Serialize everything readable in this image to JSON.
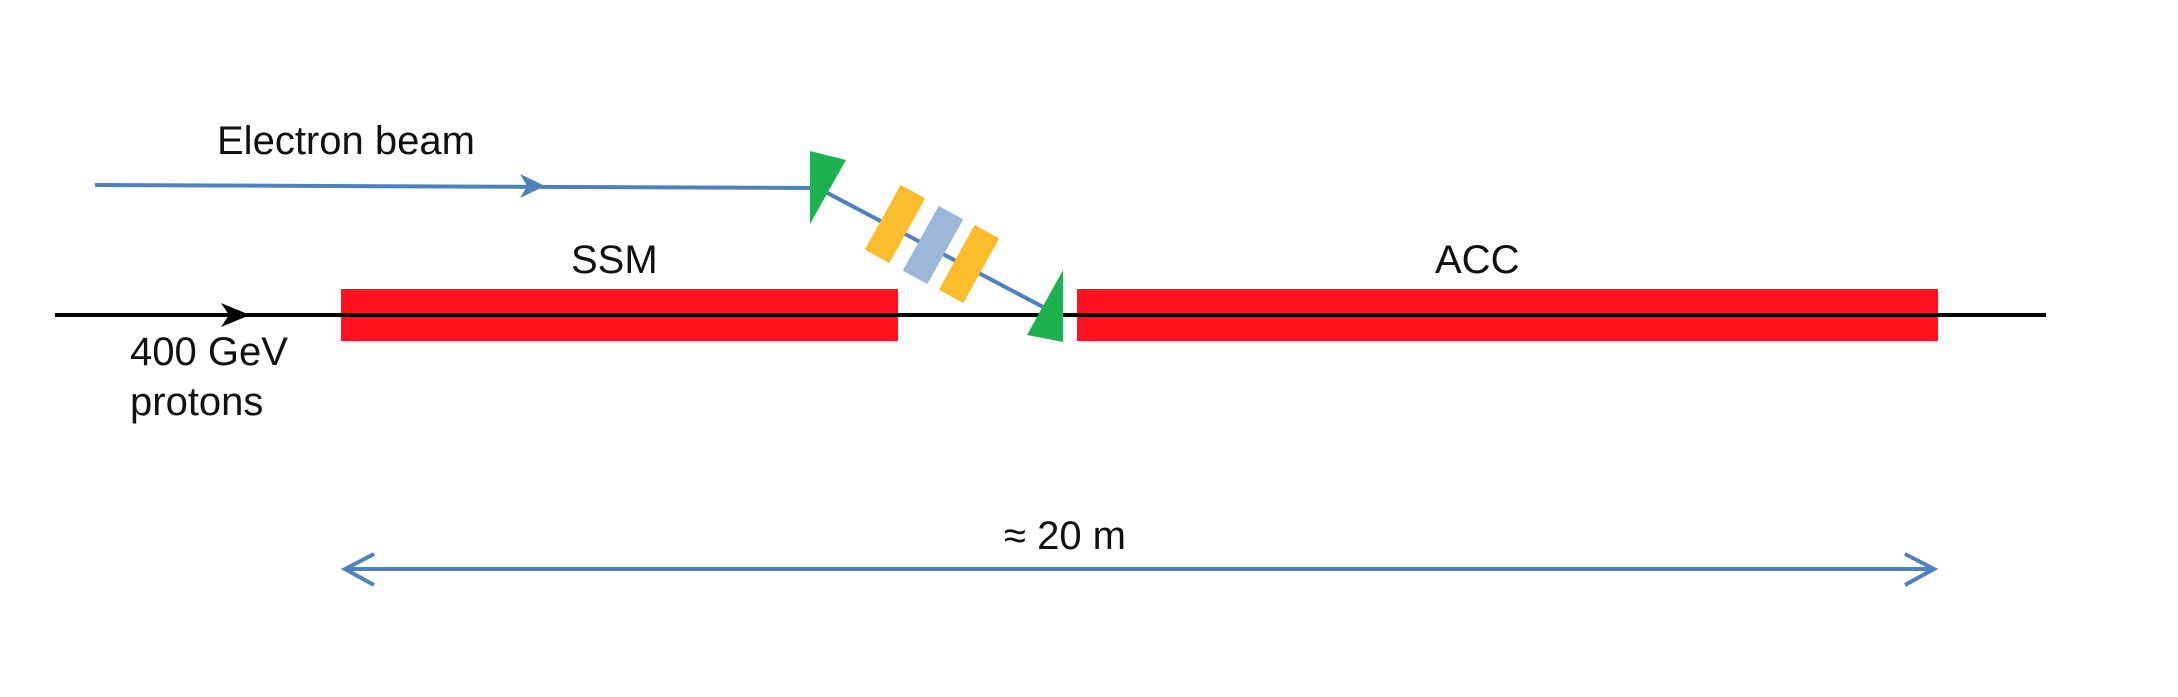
{
  "labels": {
    "electron_beam": "Electron beam",
    "ssm": "SSM",
    "acc": "ACC",
    "protons_line1": "400 GeV",
    "protons_line2": "protons",
    "distance": "≈ 20 m"
  },
  "colors": {
    "magnet": "#ff1120",
    "electron_beam": "#4f81bd",
    "proton_beam": "#000000",
    "dipole": "#1db150",
    "undulator_outer": "#fbbd2e",
    "undulator_inner": "#9cb6d8"
  }
}
